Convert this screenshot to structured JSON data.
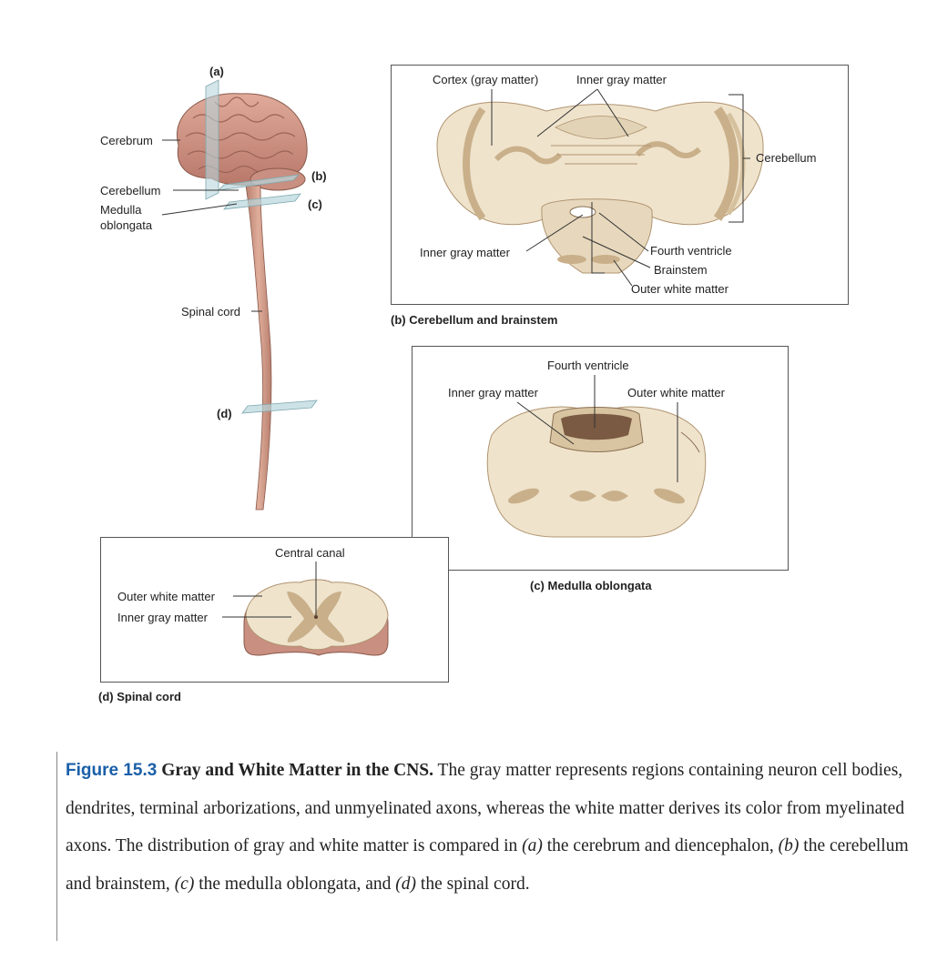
{
  "panel_a": {
    "tag": "(a)",
    "tag_b": "(b)",
    "tag_c": "(c)",
    "tag_d": "(d)",
    "cerebrum": "Cerebrum",
    "cerebellum": "Cerebellum",
    "medulla_1": "Medulla",
    "medulla_2": "oblongata",
    "spinal_cord": "Spinal cord"
  },
  "panel_b": {
    "cortex": "Cortex (gray matter)",
    "inner_gray_top": "Inner gray matter",
    "cerebellum": "Cerebellum",
    "inner_gray_left": "Inner gray matter",
    "fourth_ventricle": "Fourth ventricle",
    "brainstem": "Brainstem",
    "outer_white": "Outer white matter",
    "title": "(b) Cerebellum and brainstem"
  },
  "panel_c": {
    "fourth_ventricle": "Fourth ventricle",
    "inner_gray": "Inner gray matter",
    "outer_white": "Outer white matter",
    "title": "(c) Medulla oblongata"
  },
  "panel_d": {
    "central_canal": "Central canal",
    "outer_white": "Outer white matter",
    "inner_gray": "Inner gray matter",
    "title": "(d) Spinal cord"
  },
  "caption": {
    "figure_number": "Figure 15.3",
    "title": "Gray and White Matter in the CNS.",
    "text_1": " The gray matter represents regions containing neuron cell bodies, dendrites, terminal arborizations, and unmyelinated axons, whereas the white matter derives its color from myelinated axons. The distribution of gray and white matter is compared in ",
    "ref_a": "(a)",
    "text_2": " the cerebrum and diencephalon, ",
    "ref_b": "(b)",
    "text_3": " the cerebellum and brainstem, ",
    "ref_c": "(c)",
    "text_4": " the medulla oblongata, and ",
    "ref_d": "(d)",
    "text_5": " the spinal cord."
  },
  "colors": {
    "white_matter": "#efe3cc",
    "gray_matter": "#c9b08a",
    "tissue": "#c9917a",
    "cut_plane": "#b7d6dc"
  }
}
